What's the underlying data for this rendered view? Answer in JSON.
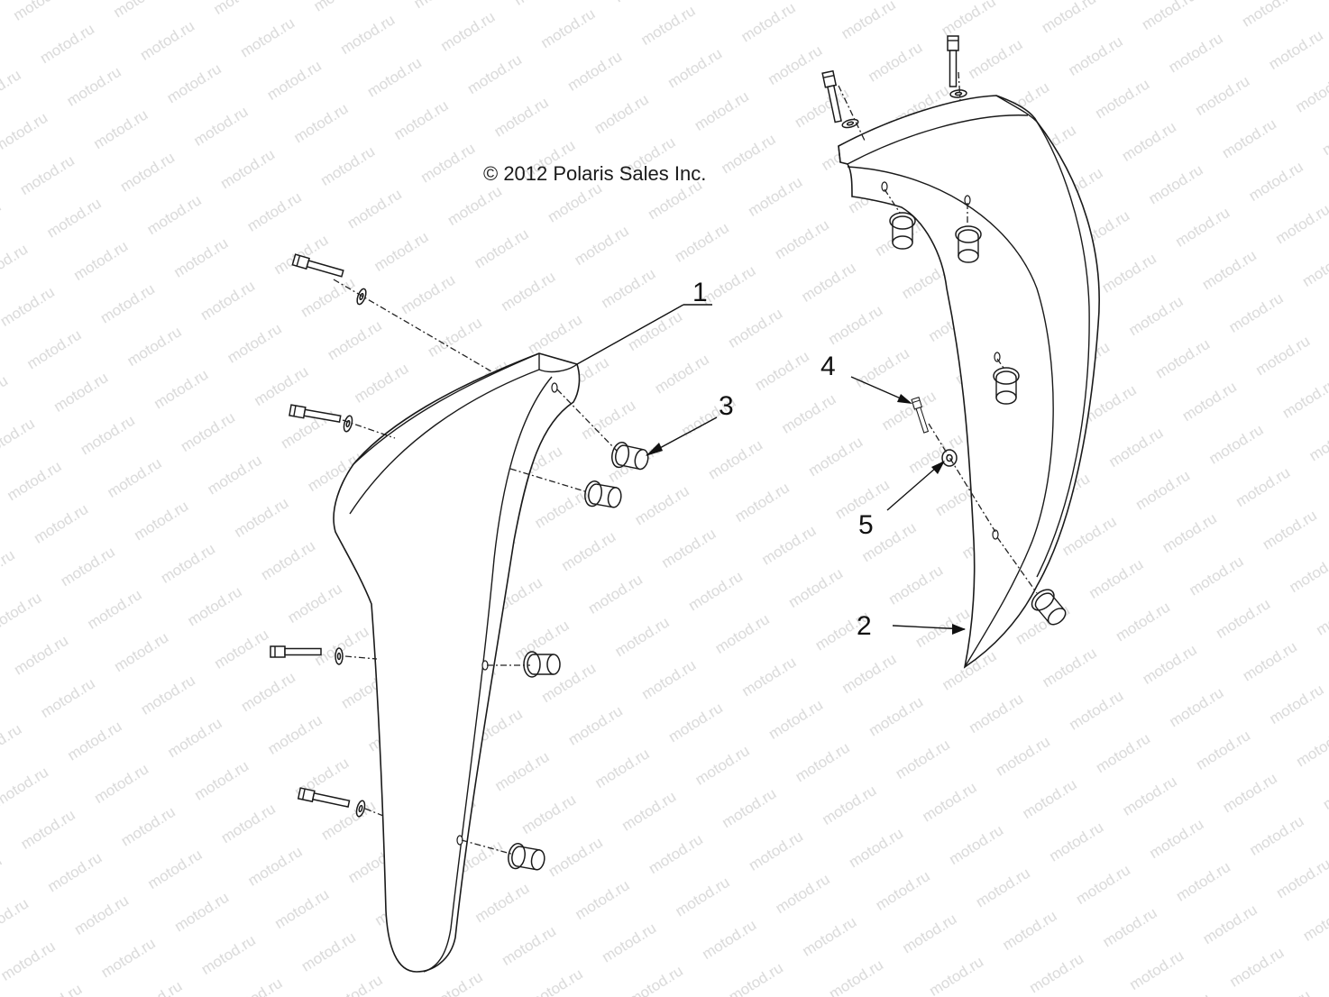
{
  "copyright": "© 2012 Polaris Sales Inc.",
  "watermark": "motod.ru",
  "callouts": [
    {
      "id": "1",
      "label": "1"
    },
    {
      "id": "2",
      "label": "2"
    },
    {
      "id": "3",
      "label": "3"
    },
    {
      "id": "4",
      "label": "4"
    },
    {
      "id": "5",
      "label": "5"
    }
  ],
  "colors": {
    "line": "#1a1a1a",
    "watermark": "#d9d9d9",
    "background": "#ffffff"
  }
}
